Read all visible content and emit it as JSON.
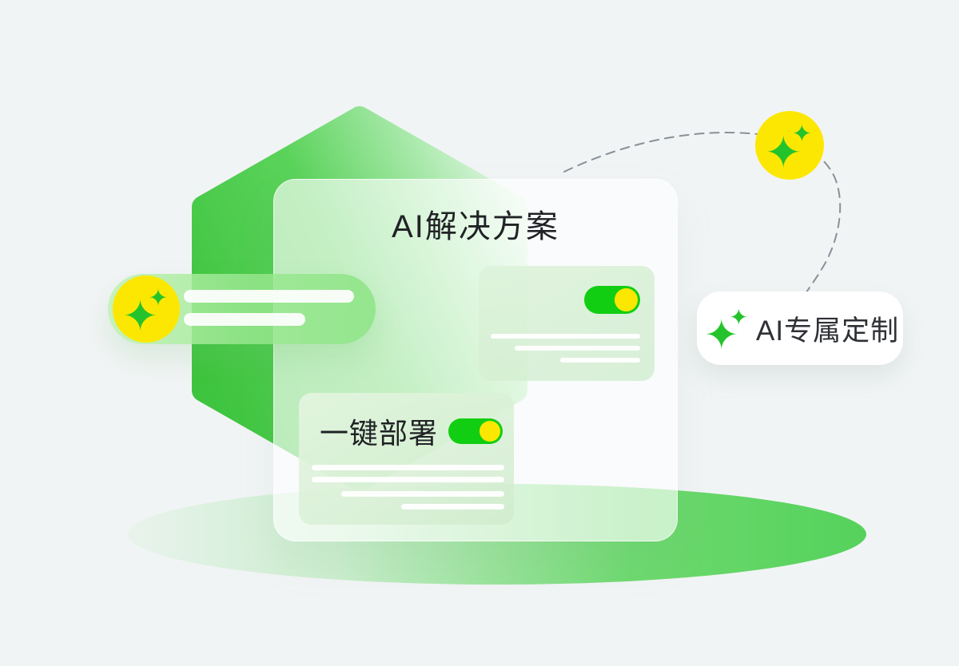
{
  "content": {
    "solution_title": "AI解决方案",
    "deploy_label": "一键部署",
    "custom_label": "AI专属定制"
  },
  "toggles": {
    "feature_state": "on",
    "deploy_state": "on"
  },
  "icons": {
    "badge_on_pill": "sparkle-icon",
    "bubble_top_right": "sparkle-icon",
    "custom_pill_icon": "sparkle-icon"
  },
  "colors": {
    "background": "#F1F4F5",
    "accent-green": "#3EC43E",
    "toggle-green": "#12CE12",
    "sparkle-green": "#25C32B",
    "badge-yellow": "#FCE703",
    "text-dark": "#202225",
    "connector-gray": "#8A9097"
  }
}
